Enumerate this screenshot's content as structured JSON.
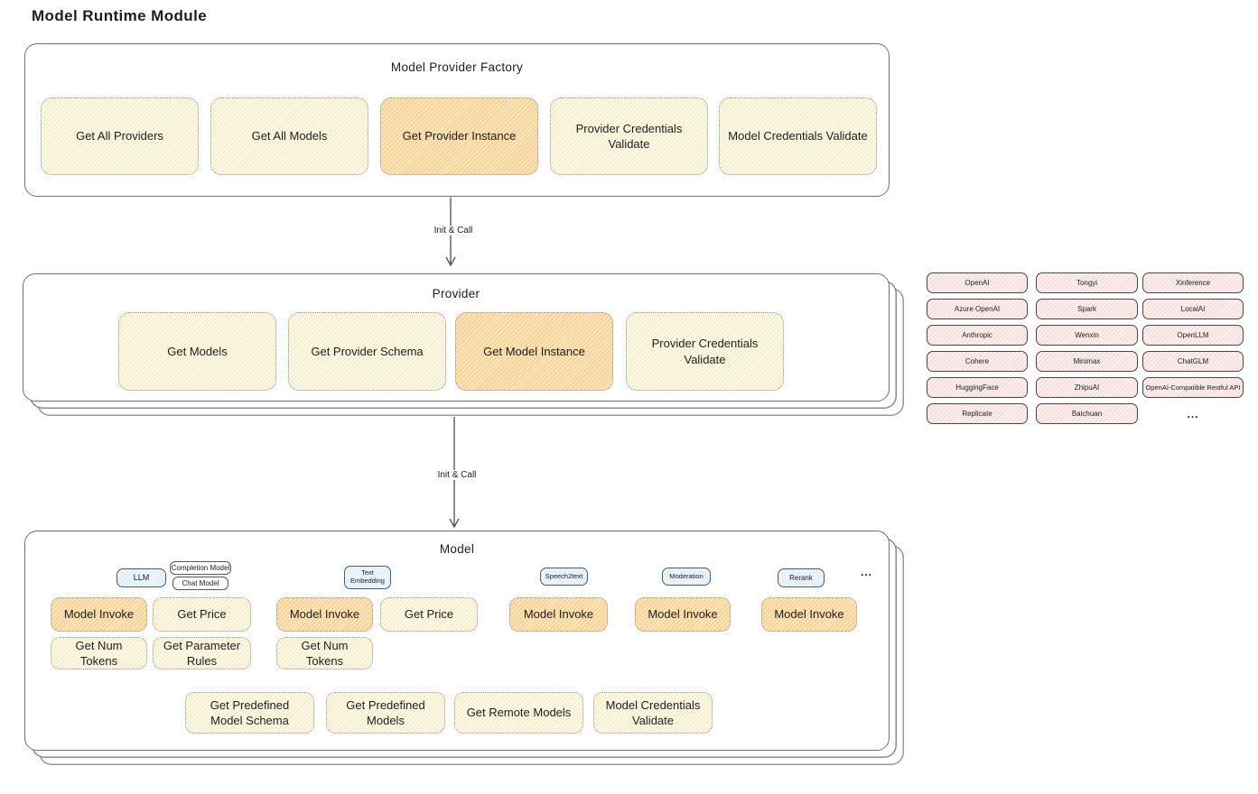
{
  "page": {
    "title": "Model Runtime Module"
  },
  "colors": {
    "highlight_orange": "#f5c987",
    "cream_yellow": "#f4e9c2",
    "provider_pink": "#f7d6d6",
    "tab_blue": "#d8e9f7"
  },
  "arrow1": {
    "label": "Init & Call"
  },
  "arrow2": {
    "label": "Init & Call"
  },
  "factory": {
    "title": "Model Provider Factory",
    "boxes": [
      {
        "label": "Get All Providers",
        "highlight": false
      },
      {
        "label": "Get All Models",
        "highlight": false
      },
      {
        "label": "Get Provider Instance",
        "highlight": true
      },
      {
        "label": "Provider Credentials Validate",
        "highlight": false
      },
      {
        "label": "Model Credentials Validate",
        "highlight": false
      }
    ]
  },
  "provider": {
    "title": "Provider",
    "boxes": [
      {
        "label": "Get Models",
        "highlight": false
      },
      {
        "label": "Get Provider Schema",
        "highlight": false
      },
      {
        "label": "Get Model Instance",
        "highlight": true
      },
      {
        "label": "Provider Credentials Validate",
        "highlight": false
      }
    ]
  },
  "providers_grid": {
    "column1": [
      "OpenAI",
      "Azure OpenAI",
      "Anthropic",
      "Cohere",
      "HuggingFace",
      "Replicate"
    ],
    "column2": [
      "Tongyi",
      "Spark",
      "Wenxin",
      "Minimax",
      "ZhipuAI",
      "Baichuan"
    ],
    "column3": [
      "Xinference",
      "LocalAI",
      "OpenLLM",
      "ChatGLM",
      "OpenAI-Compatible Restful API"
    ],
    "more_label": "..."
  },
  "model": {
    "title": "Model",
    "tabs": {
      "llm": "LLM",
      "completion_model": "Completion Model",
      "chat_model": "Chat Model",
      "text_embedding": "Text Embedding",
      "speech2text": "Speech2text",
      "moderation": "Moderation",
      "rerank": "Rerank",
      "more": "..."
    },
    "llm_group": {
      "invoke": "Model Invoke",
      "get_price": "Get Price",
      "get_num_tokens": "Get Num Tokens",
      "get_parameter_rules": "Get Parameter Rules"
    },
    "text_embedding_group": {
      "invoke": "Model Invoke",
      "get_price": "Get Price",
      "get_num_tokens": "Get Num Tokens"
    },
    "speech2text_group": {
      "invoke": "Model Invoke"
    },
    "moderation_group": {
      "invoke": "Model Invoke"
    },
    "rerank_group": {
      "invoke": "Model Invoke"
    },
    "bottom_row": [
      "Get Predefined Model Schema",
      "Get Predefined Models",
      "Get Remote Models",
      "Model Credentials Validate"
    ]
  }
}
